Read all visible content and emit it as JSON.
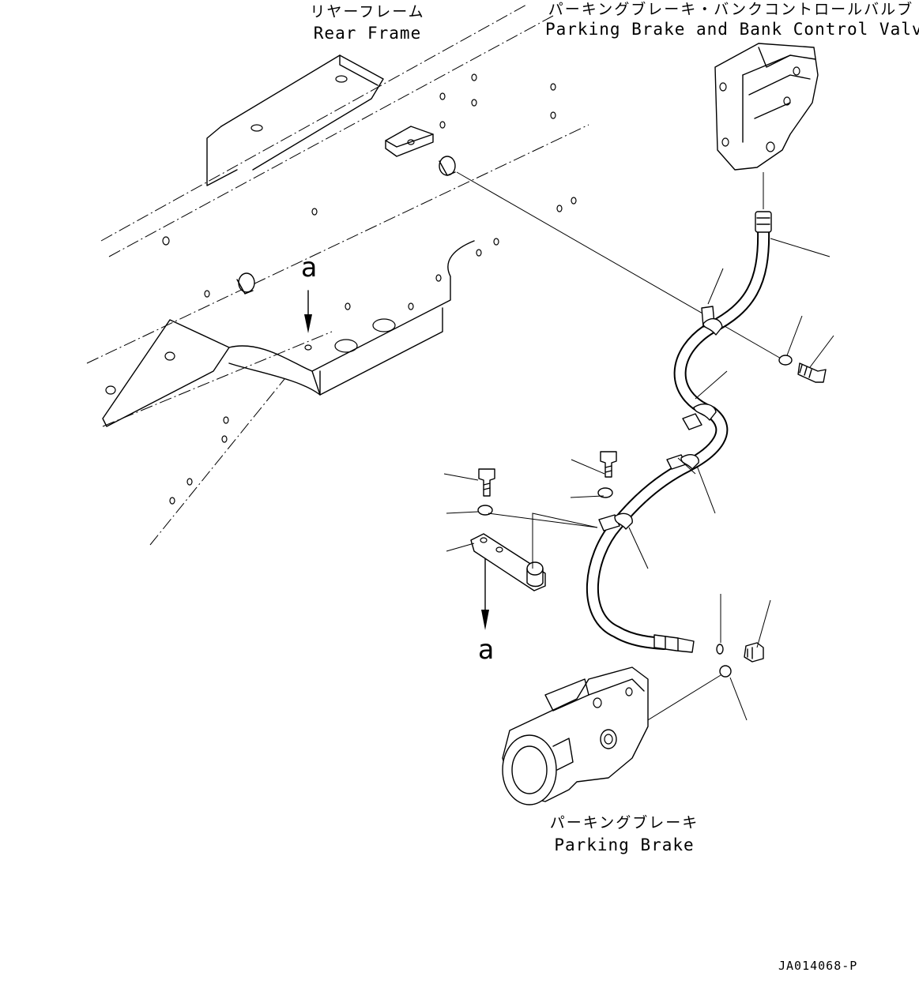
{
  "labels": {
    "rear_frame_jp": "リヤーフレーム",
    "rear_frame_en": "Rear Frame",
    "valve_jp": "パーキングブレーキ・バンクコントロールバルブ",
    "valve_en": "Parking Brake and Bank Control Valve",
    "parking_brake_jp": "パーキングブレーキ",
    "parking_brake_en": "Parking Brake",
    "marker_a": "a",
    "drawing_code": "JA014068-P"
  }
}
